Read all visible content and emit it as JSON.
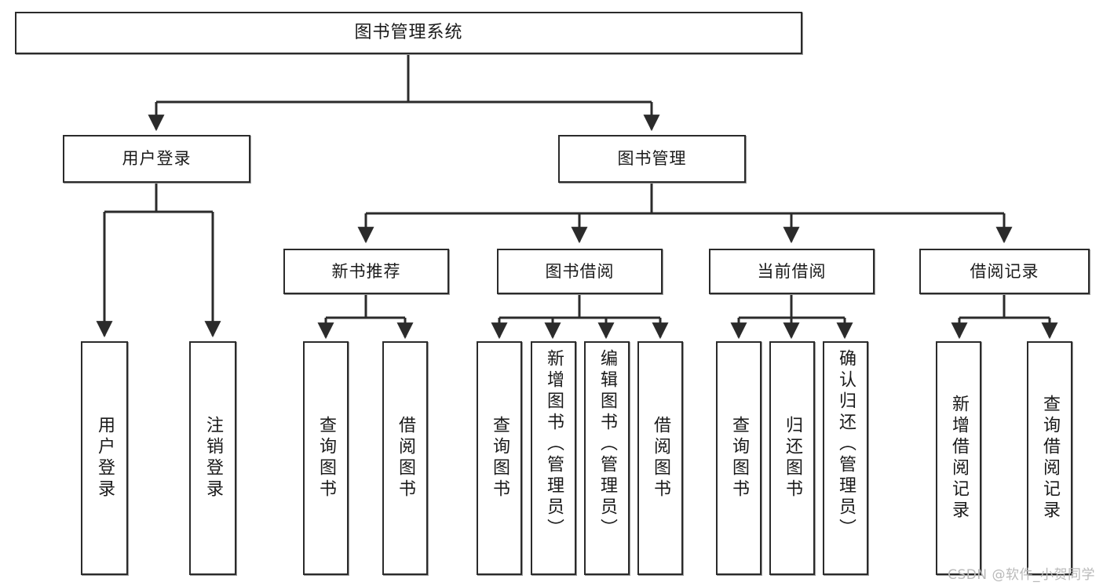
{
  "diagram": {
    "title": "图书管理系统",
    "type": "tree",
    "root": {
      "id": "root",
      "label": "图书管理系统"
    },
    "level1": [
      {
        "id": "user-login",
        "label": "用户登录"
      },
      {
        "id": "book-manage",
        "label": "图书管理"
      }
    ],
    "level2": [
      {
        "id": "new-book-recommend",
        "label": "新书推荐",
        "parent": "book-manage"
      },
      {
        "id": "book-borrow",
        "label": "图书借阅",
        "parent": "book-manage"
      },
      {
        "id": "current-borrow",
        "label": "当前借阅",
        "parent": "book-manage"
      },
      {
        "id": "borrow-record",
        "label": "借阅记录",
        "parent": "book-manage"
      }
    ],
    "leaves": [
      {
        "id": "leaf-user-login",
        "label": "用户登录",
        "parent": "user-login"
      },
      {
        "id": "leaf-logout",
        "label": "注销登录",
        "parent": "user-login"
      },
      {
        "id": "leaf-query-book-1",
        "label": "查询图书",
        "parent": "new-book-recommend"
      },
      {
        "id": "leaf-borrow-book-1",
        "label": "借阅图书",
        "parent": "new-book-recommend"
      },
      {
        "id": "leaf-query-book-2",
        "label": "查询图书",
        "parent": "book-borrow"
      },
      {
        "id": "leaf-add-book",
        "label": "新增图书（管理员）",
        "parent": "book-borrow"
      },
      {
        "id": "leaf-edit-book",
        "label": "编辑图书（管理员）",
        "parent": "book-borrow"
      },
      {
        "id": "leaf-borrow-book-2",
        "label": "借阅图书",
        "parent": "book-borrow"
      },
      {
        "id": "leaf-query-book-3",
        "label": "查询图书",
        "parent": "current-borrow"
      },
      {
        "id": "leaf-return-book",
        "label": "归还图书",
        "parent": "current-borrow"
      },
      {
        "id": "leaf-confirm-return",
        "label": "确认归还（管理员）",
        "parent": "current-borrow"
      },
      {
        "id": "leaf-add-record",
        "label": "新增借阅记录",
        "parent": "borrow-record"
      },
      {
        "id": "leaf-query-record",
        "label": "查询借阅记录",
        "parent": "borrow-record"
      }
    ]
  },
  "watermark": {
    "text": "CSDN @软件_小贺同学"
  },
  "colors": {
    "stroke": "#2b2b2b",
    "fill": "#ffffff",
    "text": "#1a1a1a",
    "shadow": "#9a9a9a",
    "watermark": "#b9b9b9"
  }
}
